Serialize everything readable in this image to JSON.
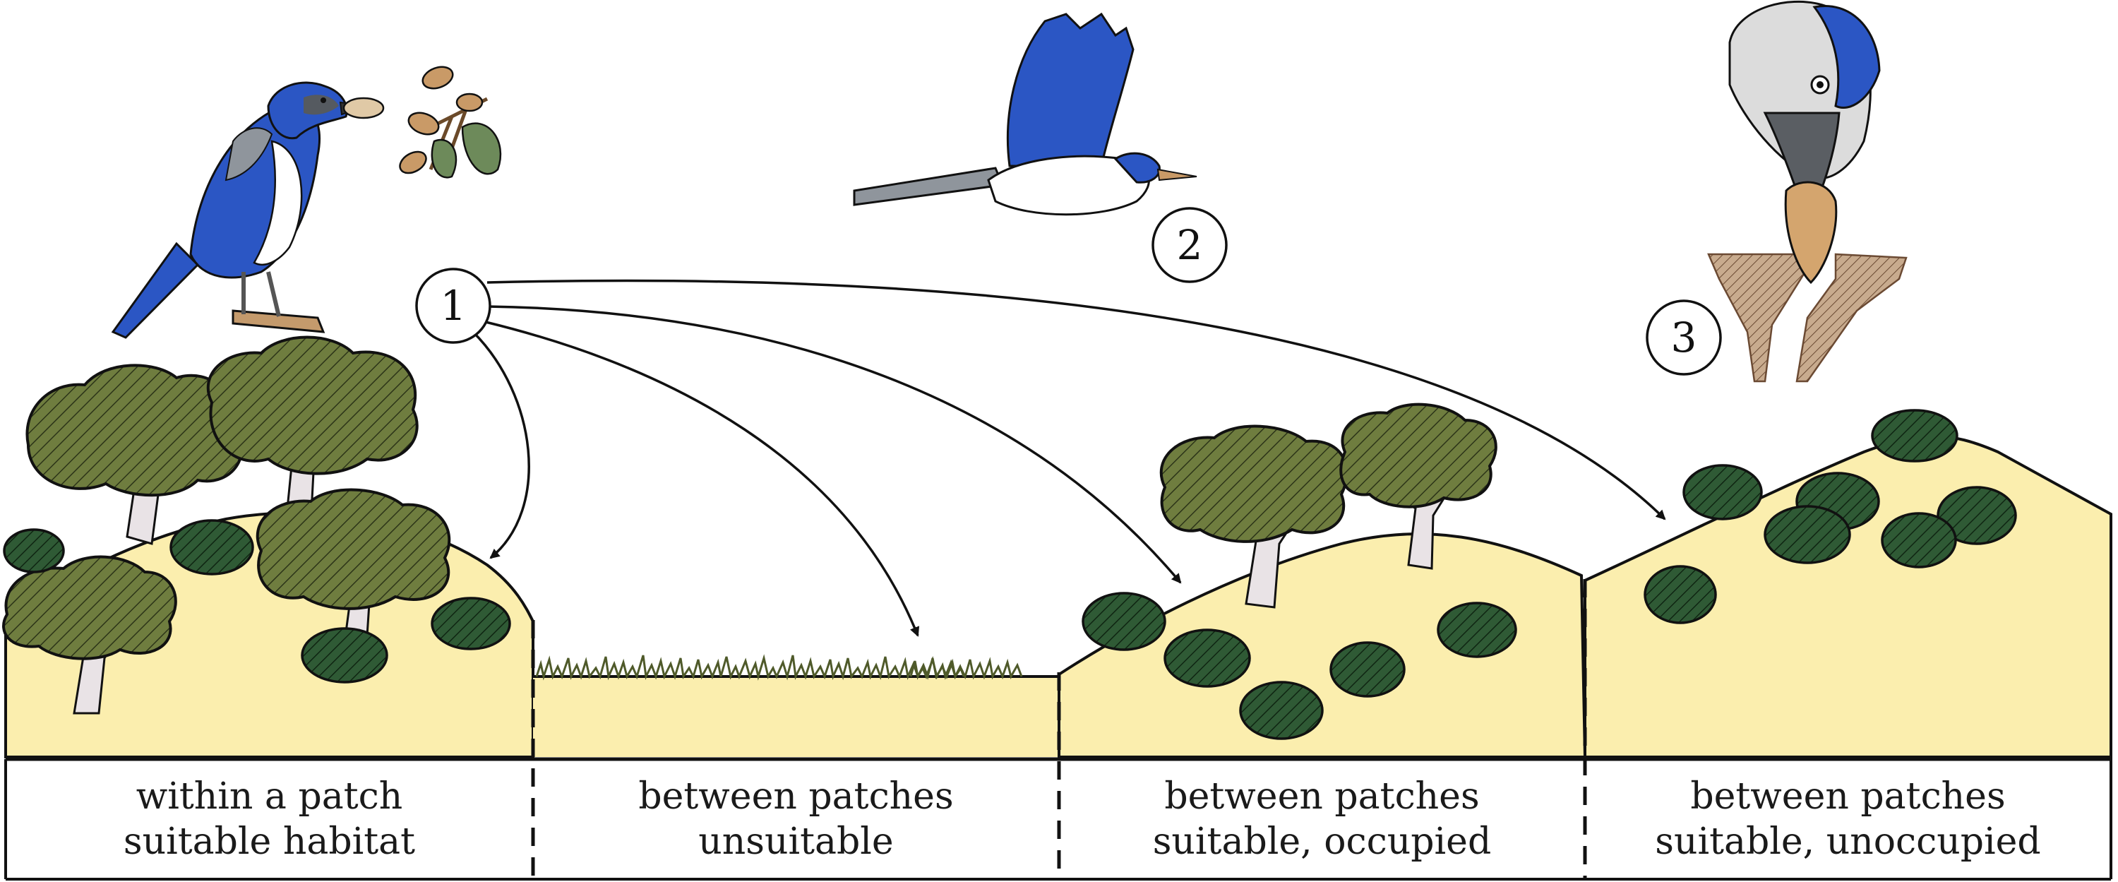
{
  "panels": [
    {
      "line1": "within a patch",
      "line2": "suitable habitat"
    },
    {
      "line1": "between patches",
      "line2": "unsuitable"
    },
    {
      "line1": "between patches",
      "line2": "suitable, occupied"
    },
    {
      "line1": "between patches",
      "line2": "suitable, unoccupied"
    }
  ],
  "markers": {
    "m1": "1",
    "m2": "2",
    "m3": "3"
  },
  "colors": {
    "ground": "#fbeeae",
    "tree_canopy": "#6f7d3f",
    "shrub": "#2f5a35",
    "trunk": "#e9e3e6",
    "jay_blue": "#2b56c4",
    "jay_grey": "#8f959c",
    "acorn": "#c99a67",
    "soil": "#b89779",
    "grass": "#6a6a3a"
  }
}
